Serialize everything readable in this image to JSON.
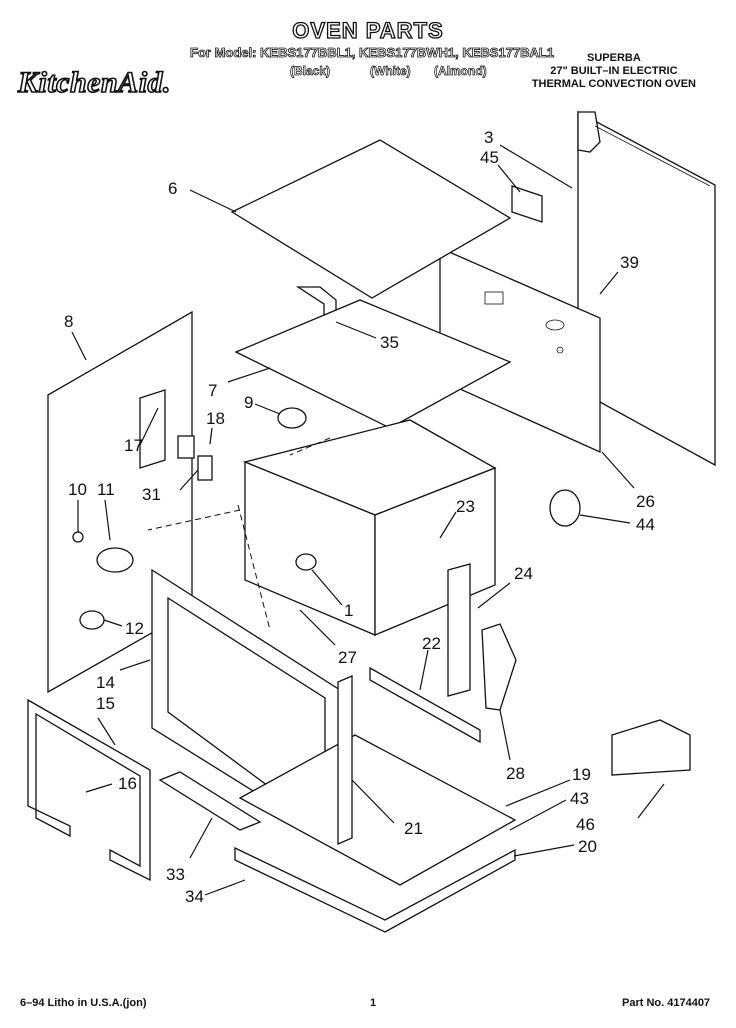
{
  "header": {
    "title": "OVEN PARTS",
    "models": "For Model: KEBS177BBL1, KEBS177BWH1, KEBS177BAL1",
    "colors": [
      "(Black)",
      "(White)",
      "(Almond)"
    ],
    "brand": "KitchenAid.",
    "product_line1": "SUPERBA",
    "product_line2": "27\" BUILT–IN ELECTRIC",
    "product_line3": "THERMAL CONVECTION OVEN"
  },
  "callouts": [
    "1",
    "3",
    "6",
    "7",
    "8",
    "9",
    "10",
    "11",
    "12",
    "14",
    "15",
    "16",
    "17",
    "18",
    "19",
    "20",
    "21",
    "22",
    "23",
    "24",
    "26",
    "27",
    "28",
    "31",
    "33",
    "34",
    "35",
    "39",
    "43",
    "44",
    "45",
    "46"
  ],
  "footer": {
    "litho": "6–94 Litho in U.S.A.(jon)",
    "page": "1",
    "part_no": "Part No. 4174407"
  }
}
